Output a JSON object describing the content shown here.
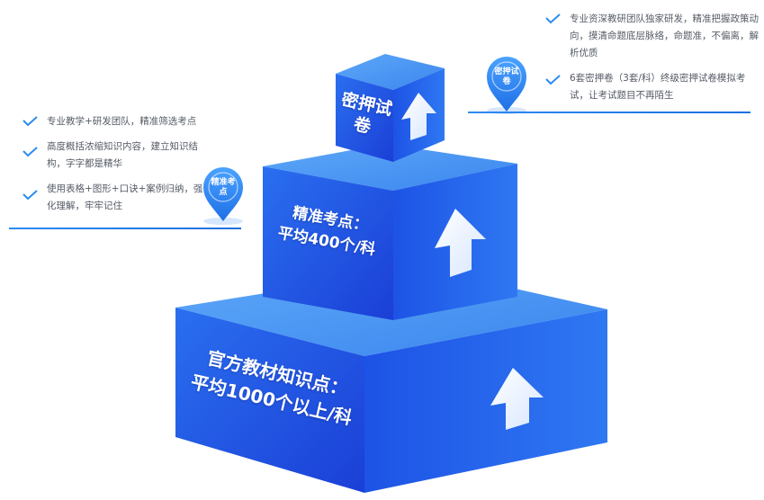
{
  "left_notes": [
    "专业教学+研发团队，精准筛选考点",
    "高度概括浓缩知识内容，建立知识结构，字字都是精华",
    "使用表格+图形+口诀+案例归纳，强化理解，牢牢记住"
  ],
  "right_notes": [
    "专业资深教研团队独家研发，精准把握政策动向，摸清命题底层脉络，命题准，不偏离，解析优质",
    "6套密押卷（3套/科）终级密押试卷模拟考试，让考试题目不再陌生"
  ],
  "pins": {
    "left": "精准考点",
    "right": "密押试卷"
  },
  "tiers": {
    "top": "密押试卷",
    "middle_line1": "精准考点：",
    "middle_line2": "平均400个/科",
    "bottom_line1": "官方教材知识点：",
    "bottom_line2": "平均1000个以上/科"
  },
  "colors": {
    "accent": "#2d8cf0",
    "face_dark": "#1b3fd6",
    "face_light": "#3b8df5"
  }
}
